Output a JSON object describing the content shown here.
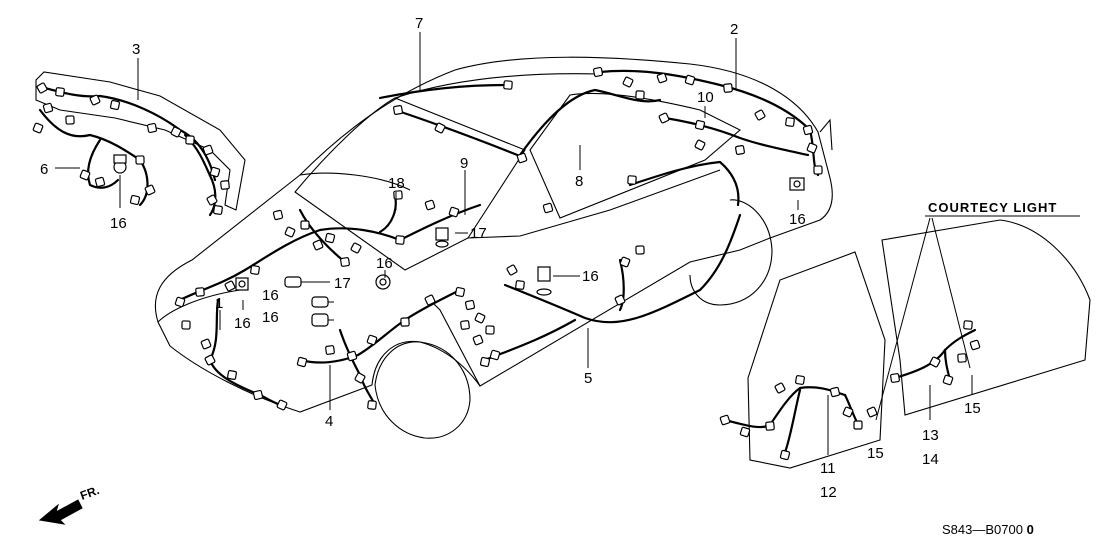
{
  "callouts": {
    "c1": "1",
    "c2": "2",
    "c3": "3",
    "c4": "4",
    "c5": "5",
    "c6": "6",
    "c7": "7",
    "c8": "8",
    "c9": "9",
    "c10": "10",
    "c11": "11",
    "c12": "12",
    "c13": "13",
    "c14": "14",
    "c15a": "15",
    "c15b": "15",
    "c16a": "16",
    "c16b": "16",
    "c16c": "16",
    "c16d": "16",
    "c16e": "16",
    "c16f": "16",
    "c16g": "16",
    "c17a": "17",
    "c17b": "17",
    "c18": "18"
  },
  "courtesy_light_label": "COURTECY LIGHT",
  "front_arrow_label": "FR.",
  "diagram_code": "S843—B0700",
  "diagram_code_suffix": "0"
}
